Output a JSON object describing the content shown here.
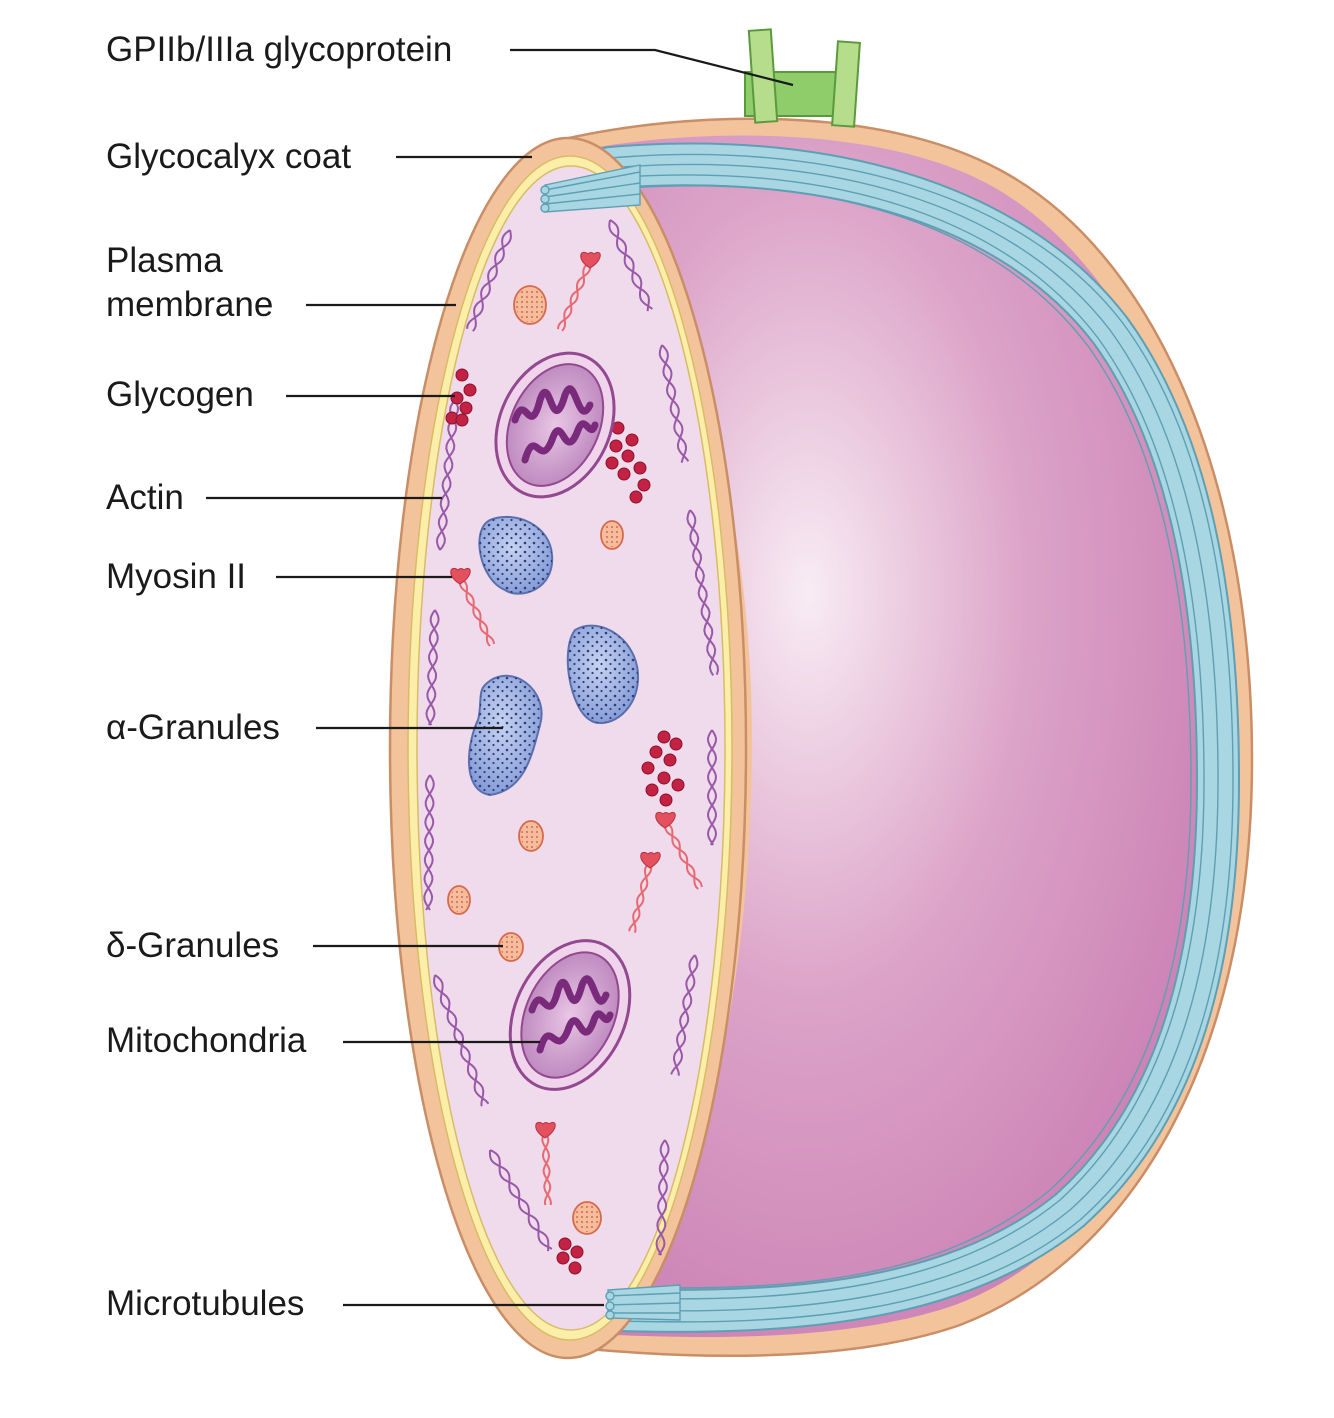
{
  "labels": {
    "gpiib": "GPIIb/IIIa glycoprotein",
    "glycocalyx": "Glycocalyx coat",
    "plasma_1": "Plasma",
    "plasma_2": "membrane",
    "glycogen": "Glycogen",
    "actin": "Actin",
    "myosin": "Myosin II",
    "alpha": "α-Granules",
    "delta": "δ-Granules",
    "mito": "Mitochondria",
    "microtubules": "Microtubules"
  },
  "colors": {
    "glycocalyx": "#f3c49c",
    "glycocalyx_stroke": "#c98e66",
    "plasma_membrane": "#fbeea8",
    "cytoplasm": "#efdbec",
    "outer_body": "#cc7fb6",
    "outer_body_light": "#f6e8f2",
    "microtubule": "#a8d6e2",
    "microtubule_stroke": "#5e9fb3",
    "receptor": "#8fcc6a",
    "actin": "#9a58a8",
    "myosin": "#e66a72",
    "glycogen": "#c42243",
    "alpha_granule": "#8fa4dc",
    "delta_granule": "#f6bc9c",
    "mitochondria": "#a2569f"
  }
}
